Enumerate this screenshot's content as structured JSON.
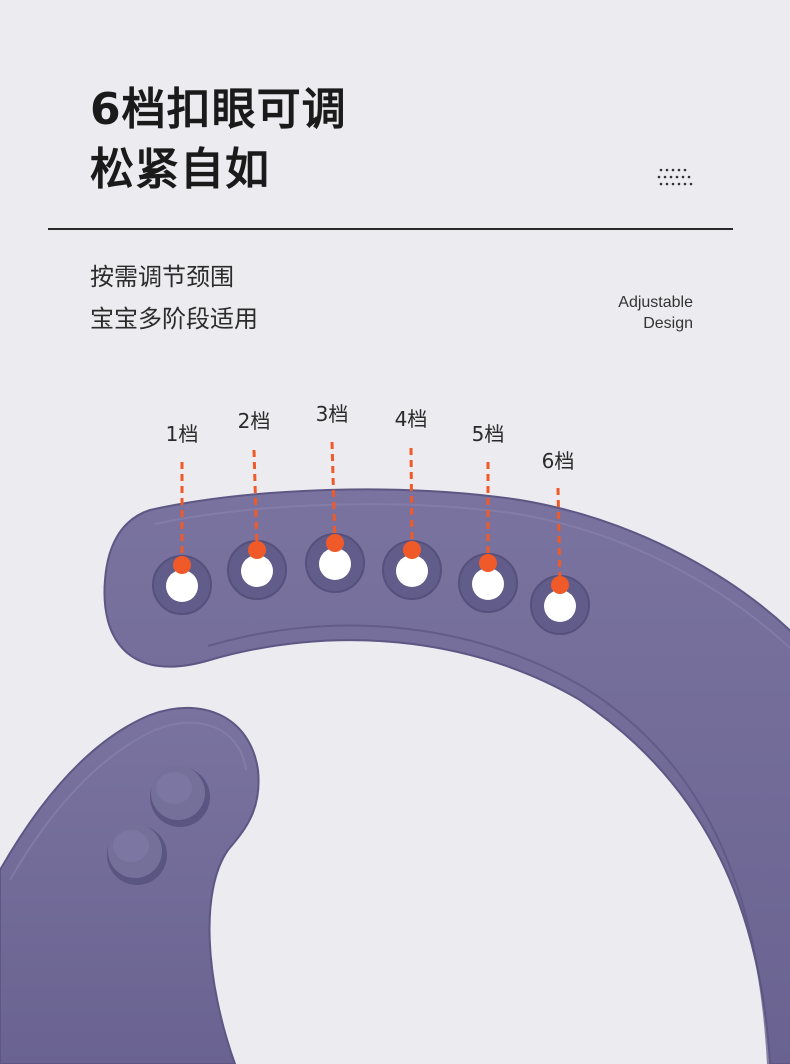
{
  "title": {
    "line1": "6档扣眼可调",
    "line2": "松紧自如"
  },
  "subtitle": {
    "line1": "按需调节颈围",
    "line2": "宝宝多阶段适用"
  },
  "tagline": {
    "line1": "Adjustable",
    "line2": "Design"
  },
  "levels": [
    "1档",
    "2档",
    "3档",
    "4档",
    "5档",
    "6档"
  ],
  "colors": {
    "background": "#ebebf0",
    "strap": "#6f6895",
    "marker": "#f05a28"
  },
  "icons": [
    "dots-icon"
  ]
}
